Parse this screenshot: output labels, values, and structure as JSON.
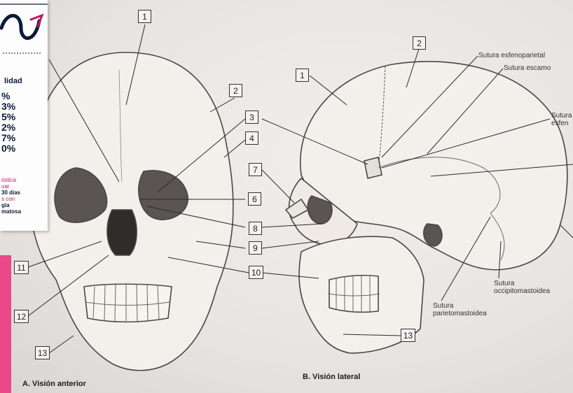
{
  "anterior": {
    "caption": "A. Visión anterior",
    "markers": [
      "1",
      "2",
      "3",
      "4",
      "6",
      "7",
      "8",
      "9",
      "10",
      "11",
      "12",
      "13"
    ]
  },
  "lateral": {
    "caption": "B. Visión lateral",
    "labels": {
      "esfenoparietal": "Sutura esfenoparietal",
      "escamosa": "Sutura escamo",
      "esfeno_a": "Sutura",
      "esfeno_b": "esfen",
      "occipito_a": "Sutura",
      "occipito_b": "occipitomastoidea",
      "parieto_a": "Sutura",
      "parieto_b": "parietomastoidea"
    },
    "markers": [
      "1",
      "2",
      "13"
    ]
  },
  "overlay": {
    "title": "lidad",
    "percents": [
      "%",
      "3%",
      "5%",
      "2%",
      "7%",
      "0%"
    ],
    "note_pink": [
      "óstica",
      "uar"
    ],
    "note_dark": [
      "30 días",
      "s con",
      "gia",
      "matosa"
    ]
  }
}
